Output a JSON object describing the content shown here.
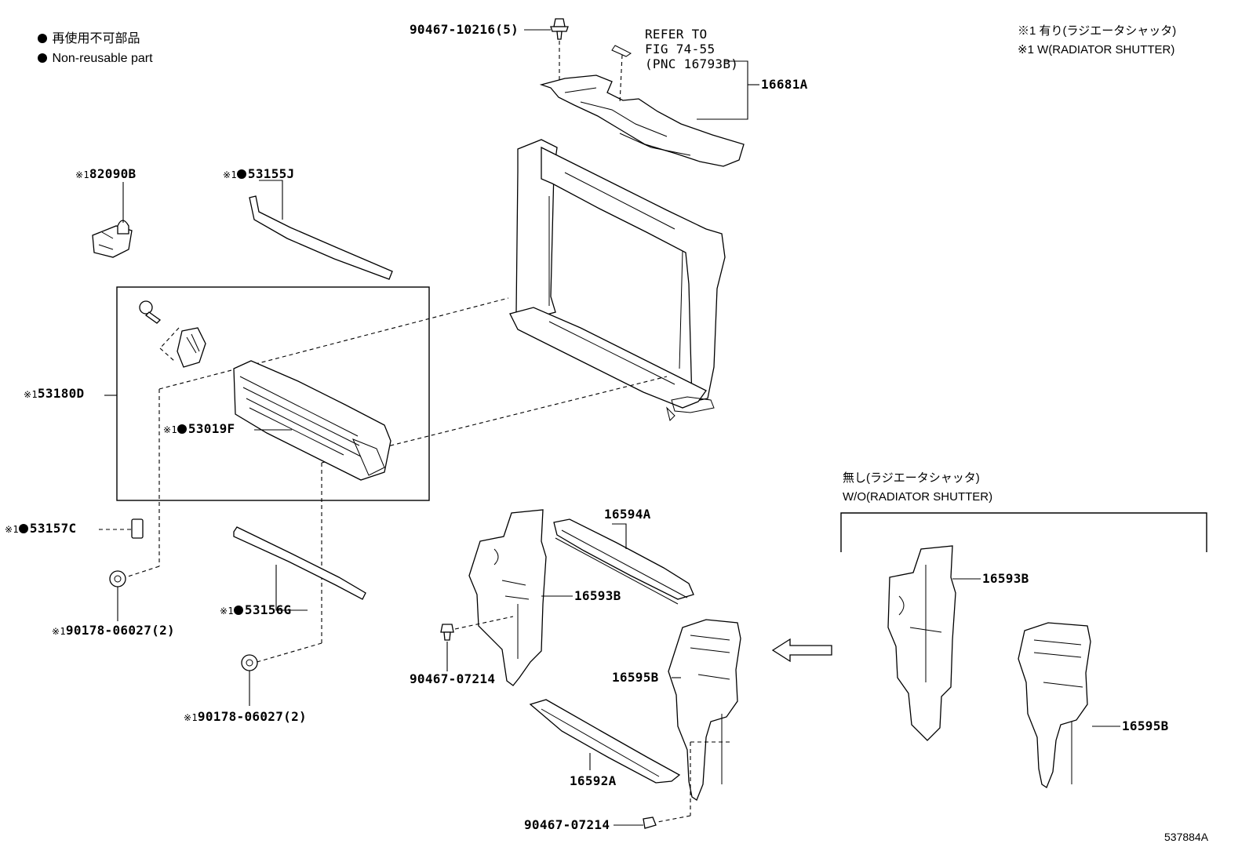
{
  "legend": {
    "non_reusable_ja": "再使用不可部品",
    "non_reusable_en": "Non-reusable part"
  },
  "notes": {
    "w_shutter_ja": "※1 有り(ラジエータシャッタ)",
    "w_shutter_en": "※1 W(RADIATOR SHUTTER)",
    "wo_shutter_ja": "無し(ラジエータシャッタ)",
    "wo_shutter_en": "W/O(RADIATOR SHUTTER)"
  },
  "refer": {
    "line1": "REFER TO",
    "line2": "FIG 74-55",
    "line3": "(PNC 16793B)"
  },
  "prefix_mark": "※1",
  "parts": {
    "p_90467_10216": "90467-10216(5)",
    "p_16681A": "16681A",
    "p_82090B": "82090B",
    "p_53155J": "53155J",
    "p_53180D": "53180D",
    "p_53019F": "53019F",
    "p_53157C": "53157C",
    "p_90178_a": "90178-06027(2)",
    "p_53156G": "53156G",
    "p_90178_b": "90178-06027(2)",
    "p_16594A": "16594A",
    "p_16593B": "16593B",
    "p_90467_07214_a": "90467-07214",
    "p_16595B": "16595B",
    "p_16592A": "16592A",
    "p_90467_07214_b": "90467-07214",
    "p_16593B_wo": "16593B",
    "p_16595B_wo": "16595B"
  },
  "illustration_id": "537884A",
  "colors": {
    "line": "#000000",
    "background": "#ffffff"
  }
}
